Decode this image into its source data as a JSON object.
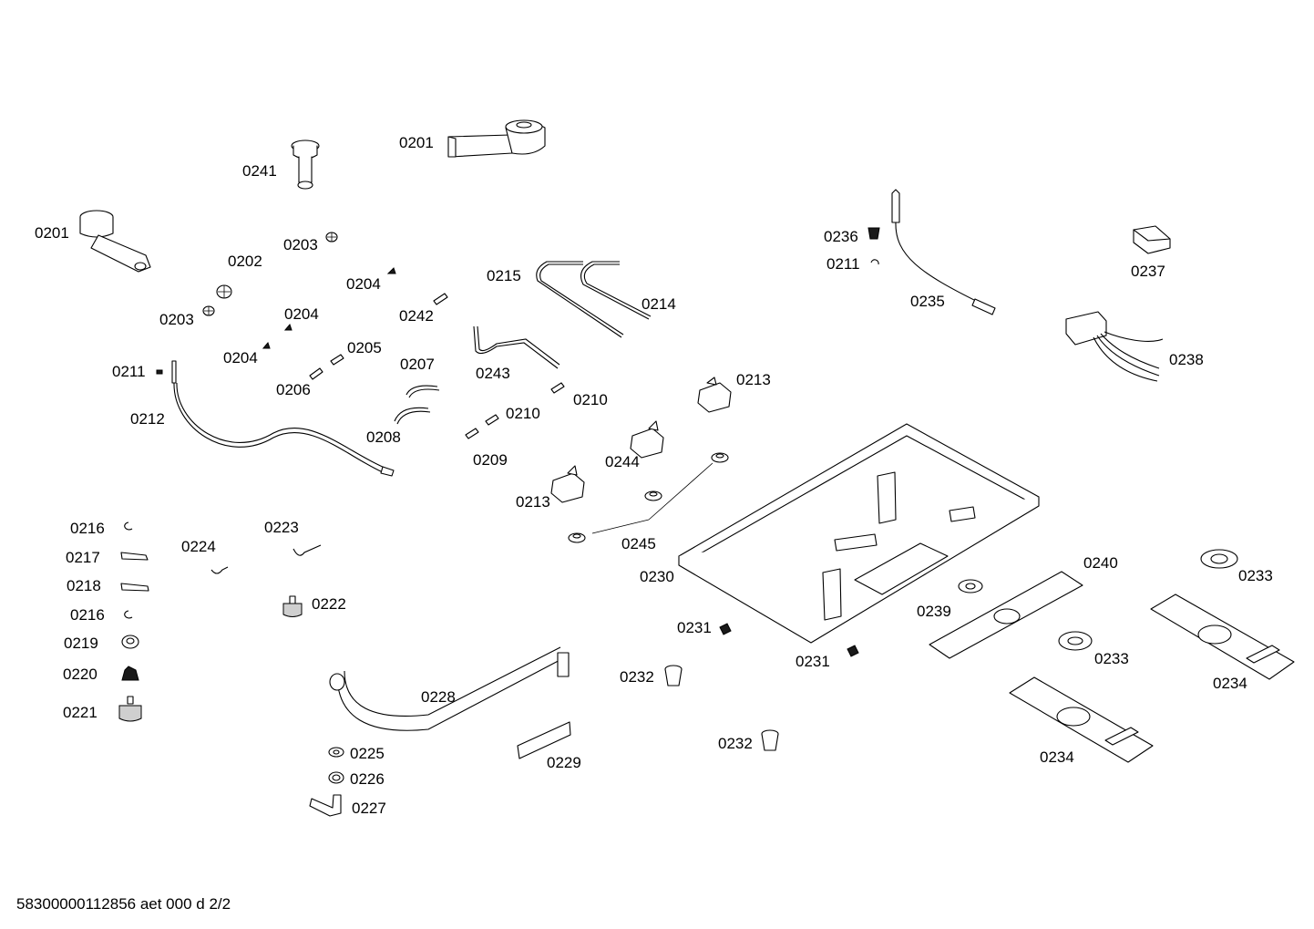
{
  "labels": {
    "l_0201a": "0201",
    "l_0201b": "0201",
    "l_0241": "0241",
    "l_0202": "0202",
    "l_0203a": "0203",
    "l_0203b": "0203",
    "l_0204a": "0204",
    "l_0204b": "0204",
    "l_0204c": "0204",
    "l_0205": "0205",
    "l_0206": "0206",
    "l_0207": "0207",
    "l_0208": "0208",
    "l_0209": "0209",
    "l_0210a": "0210",
    "l_0210b": "0210",
    "l_0211a": "0211",
    "l_0211b": "0211",
    "l_0212": "0212",
    "l_0213a": "0213",
    "l_0213b": "0213",
    "l_0214": "0214",
    "l_0215": "0215",
    "l_0216a": "0216",
    "l_0216b": "0216",
    "l_0217": "0217",
    "l_0218": "0218",
    "l_0219": "0219",
    "l_0220": "0220",
    "l_0221": "0221",
    "l_0222": "0222",
    "l_0223": "0223",
    "l_0224": "0224",
    "l_0225": "0225",
    "l_0226": "0226",
    "l_0227": "0227",
    "l_0228": "0228",
    "l_0229": "0229",
    "l_0230": "0230",
    "l_0231a": "0231",
    "l_0231b": "0231",
    "l_0232a": "0232",
    "l_0232b": "0232",
    "l_0233a": "0233",
    "l_0233b": "0233",
    "l_0234a": "0234",
    "l_0234b": "0234",
    "l_0235": "0235",
    "l_0236": "0236",
    "l_0237": "0237",
    "l_0238": "0238",
    "l_0239": "0239",
    "l_0240": "0240",
    "l_0242": "0242",
    "l_0243": "0243",
    "l_0244": "0244",
    "l_0245": "0245"
  },
  "footer": "58300000112856 aet 000 d 2/2"
}
